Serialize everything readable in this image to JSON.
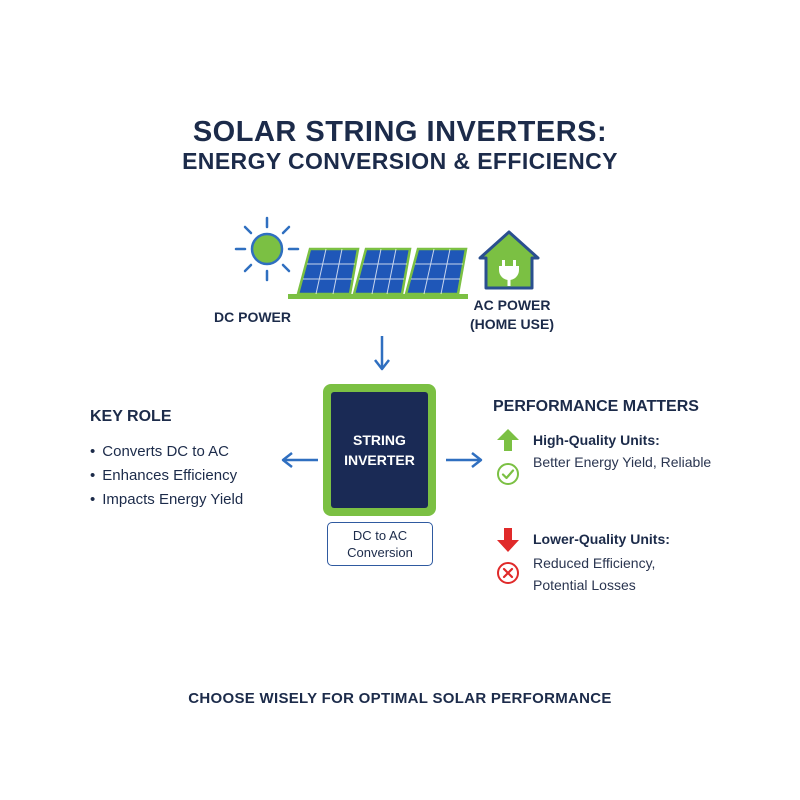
{
  "title": {
    "line1": "SOLAR STRING INVERTERS:",
    "line2": "ENERGY CONVERSION & EFFICIENCY"
  },
  "flow": {
    "dc_label": "DC POWER",
    "ac_label_line1": "AC POWER",
    "ac_label_line2": "(HOME USE)"
  },
  "inverter": {
    "line1": "STRING",
    "line2": "INVERTER",
    "conversion_line1": "DC to AC",
    "conversion_line2": "Conversion"
  },
  "key_role": {
    "title": "KEY ROLE",
    "items": [
      "Converts DC to AC",
      "Enhances Efficiency",
      "Impacts Energy Yield"
    ]
  },
  "performance": {
    "title": "PERFORMANCE MATTERS",
    "high": {
      "title": "High-Quality Units:",
      "desc": "Better Energy Yield, Reliable"
    },
    "low": {
      "title": "Lower-Quality Units:",
      "desc_line1": "Reduced Efficiency,",
      "desc_line2": "Potential Losses"
    }
  },
  "footer": "CHOOSE WISELY FOR OPTIMAL SOLAR PERFORMANCE",
  "icons": {
    "sun": "sun-icon",
    "panels": "solar-panel-icon",
    "house": "house-plug-icon",
    "check": "check-circle-icon",
    "cross": "x-circle-icon",
    "up": "arrow-up-icon",
    "down": "arrow-down-icon"
  },
  "colors": {
    "navy": "#1c2b4a",
    "green": "#7bc043",
    "blue": "#2f6fc0",
    "red": "#e02a2a",
    "panel": "#1f57b8"
  }
}
